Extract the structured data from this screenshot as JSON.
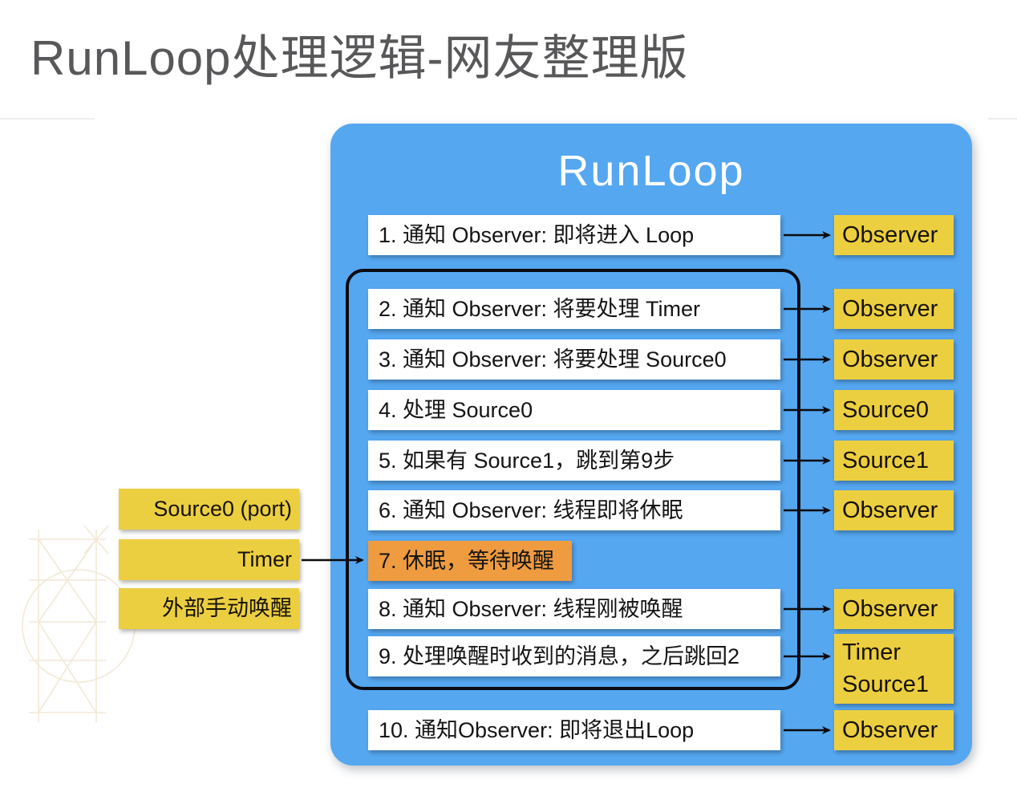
{
  "page": {
    "title": "RunLoop处理逻辑-网友整理版"
  },
  "colors": {
    "title": "#58585a",
    "container": "#55a7f0",
    "step_box": "#ffffff",
    "step_highlight": "#ef9b40",
    "endpoint": "#eccf40",
    "arrow": "#0b0b0b",
    "loop_border": "#0b0b12"
  },
  "diagram": {
    "container_label": "RunLoop",
    "steps": [
      {
        "num": 1,
        "label": "1. 通知 Observer: 即将进入 Loop",
        "target": "Observer",
        "in_loop": false,
        "highlight": false
      },
      {
        "num": 2,
        "label": "2. 通知 Observer: 将要处理 Timer",
        "target": "Observer",
        "in_loop": true,
        "highlight": false
      },
      {
        "num": 3,
        "label": "3. 通知 Observer: 将要处理 Source0",
        "target": "Observer",
        "in_loop": true,
        "highlight": false
      },
      {
        "num": 4,
        "label": "4. 处理 Source0",
        "target": "Source0",
        "in_loop": true,
        "highlight": false
      },
      {
        "num": 5,
        "label": "5. 如果有 Source1，跳到第9步",
        "target": "Source1",
        "in_loop": true,
        "highlight": false
      },
      {
        "num": 6,
        "label": "6. 通知 Observer: 线程即将休眠",
        "target": "Observer",
        "in_loop": true,
        "highlight": false
      },
      {
        "num": 7,
        "label": "7. 休眠，等待唤醒",
        "target": null,
        "in_loop": true,
        "highlight": true
      },
      {
        "num": 8,
        "label": "8. 通知 Observer: 线程刚被唤醒",
        "target": "Observer",
        "in_loop": true,
        "highlight": false
      },
      {
        "num": 9,
        "label": "9. 处理唤醒时收到的消息，之后跳回2",
        "target_lines": [
          "Timer",
          "Source1"
        ],
        "in_loop": true,
        "highlight": false
      },
      {
        "num": 10,
        "label": "10. 通知Observer: 即将退出Loop",
        "target": "Observer",
        "in_loop": false,
        "highlight": false
      }
    ],
    "wake_sources": [
      "Source0 (port)",
      "Timer",
      "外部手动唤醒"
    ]
  }
}
